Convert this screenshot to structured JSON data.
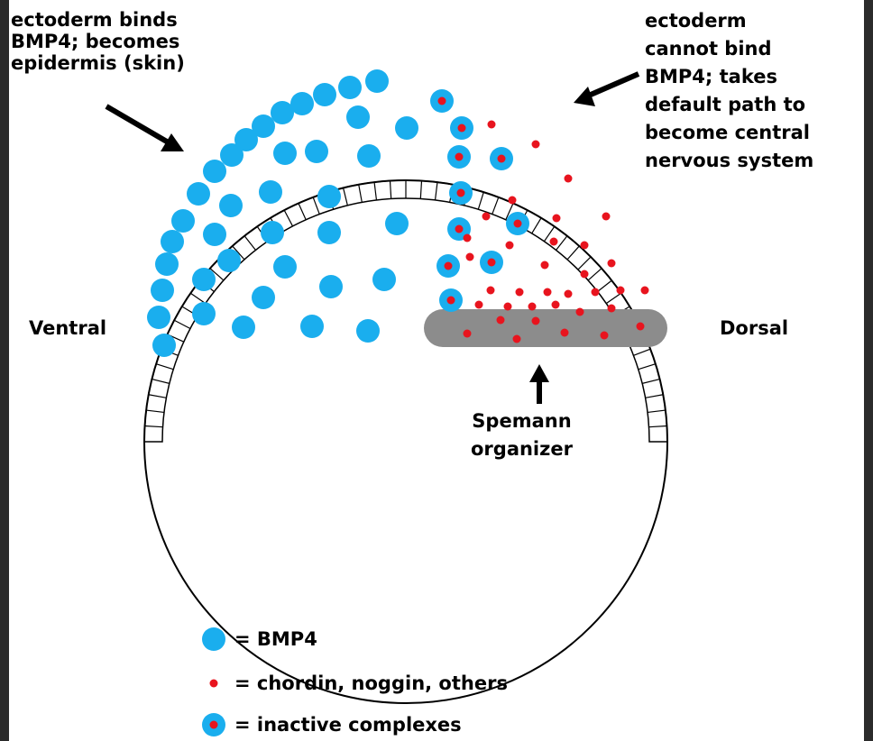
{
  "labels": {
    "ectoderm_binds": [
      "ectoderm binds",
      "BMP4; becomes",
      "epidermis (skin)"
    ],
    "ectoderm_cannot": [
      "ectoderm",
      "cannot bind",
      "BMP4; takes",
      "default path to",
      "become central",
      "nervous system"
    ],
    "ventral": "Ventral",
    "dorsal": "Dorsal",
    "organizer": [
      "Spemann",
      "organizer"
    ]
  },
  "legend": [
    {
      "symbol": "bmp4-dot",
      "text": "= BMP4"
    },
    {
      "symbol": "inhibitor-dot",
      "text": "= chordin, noggin, others"
    },
    {
      "symbol": "complex-dot",
      "text": "= inactive complexes"
    }
  ],
  "colors": {
    "bmp4": "#1aaeee",
    "inhibitor": "#e8141e",
    "organizer": "#8c8c8c",
    "outline": "#000000",
    "frame": "#2b2b2b"
  }
}
